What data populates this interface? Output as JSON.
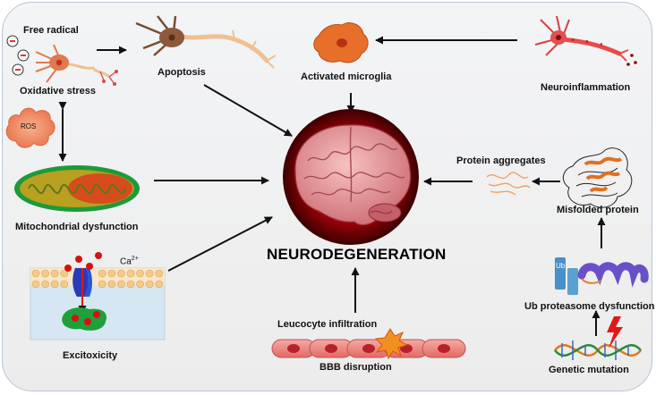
{
  "center": {
    "title": "NEURODEGENERATION"
  },
  "labels": {
    "free_radical": "Free radical",
    "oxidative_stress": "Oxidative stress",
    "ros": "ROS",
    "apoptosis": "Apoptosis",
    "activated_microglia": "Activated microglia",
    "neuroinflammation": "Neuroinflammation",
    "mitochondrial_dysfunction": "Mitochondrial dysfunction",
    "protein_aggregates": "Protein aggregates",
    "misfolded_protein": "Misfolded protein",
    "ub_proteasome_dysfunction": "Ub proteasome dysfunction",
    "ub_tag": "Ub",
    "genetic_mutation": "Genetic mutation",
    "leucocyte_infiltration": "Leucocyte infiltration",
    "bbb_disruption": "BBB disruption",
    "excitoxicity": "Excitoxicity",
    "calcium": "Ca",
    "calcium_charge": "2+"
  },
  "colors": {
    "brain": "#e89aa0",
    "brain_glow": "#b3000a",
    "microglia": "#e86f2a",
    "mito_outer": "#1c9a3a",
    "mito_inner": "#d8341c",
    "neuron": "#e07a4e",
    "neuron_axon": "#f0c090",
    "endothelial": "#f08a86",
    "arrow": "#111111"
  }
}
